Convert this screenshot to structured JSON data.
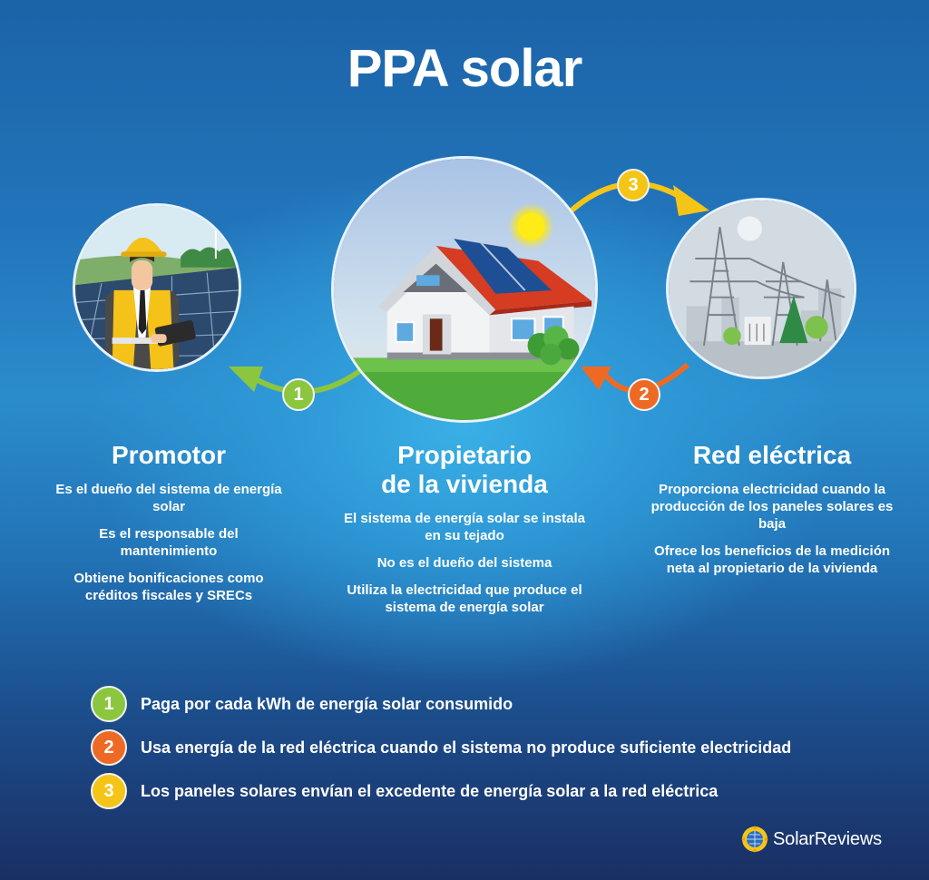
{
  "title": "PPA solar",
  "colors": {
    "step1": "#8cc63f",
    "step2": "#ee6a24",
    "step3": "#f4c517",
    "background_top": "#1c63a8",
    "background_center": "#3ab0e6",
    "background_bottom": "#1a2f64"
  },
  "nodes": [
    {
      "id": "promotor",
      "illustration": "engineer-with-tablet-solar-farm",
      "heading": "Promotor",
      "points": [
        "Es el dueño del sistema de energía solar",
        "Es el responsable del mantenimiento",
        "Obtiene bonificaciones como créditos fiscales y SRECs"
      ]
    },
    {
      "id": "propietario",
      "illustration": "house-with-solar-panels",
      "heading_line1": "Propietario",
      "heading_line2": "de la vivienda",
      "points": [
        "El sistema de energía solar se instala en su tejado",
        "No es el dueño del sistema",
        "Utiliza la electricidad que produce el sistema de energía solar"
      ]
    },
    {
      "id": "red",
      "illustration": "power-grid-transmission-towers",
      "heading": "Red eléctrica",
      "points": [
        "Proporciona electricidad cuando la producción de los paneles solares es baja",
        "Ofrece los beneficios de la medición neta al propietario de la vivienda"
      ]
    }
  ],
  "flows": [
    {
      "number": "1",
      "from": "Propietario de la vivienda",
      "to": "Promotor",
      "color": "#8cc63f"
    },
    {
      "number": "2",
      "from": "Red eléctrica",
      "to": "Propietario de la vivienda",
      "color": "#ee6a24"
    },
    {
      "number": "3",
      "from": "Propietario de la vivienda",
      "to": "Red eléctrica",
      "color": "#f4c517"
    }
  ],
  "legend": [
    {
      "number": "1",
      "text": "Paga por cada kWh de energía solar consumido"
    },
    {
      "number": "2",
      "text": "Usa energía de la red eléctrica cuando el sistema no produce suficiente electricidad"
    },
    {
      "number": "3",
      "text": "Los paneles solares envían el excedente de energía solar a la red eléctrica"
    }
  ],
  "logo": {
    "icon": "sun-solar-panel-icon",
    "text": "SolarReviews"
  }
}
